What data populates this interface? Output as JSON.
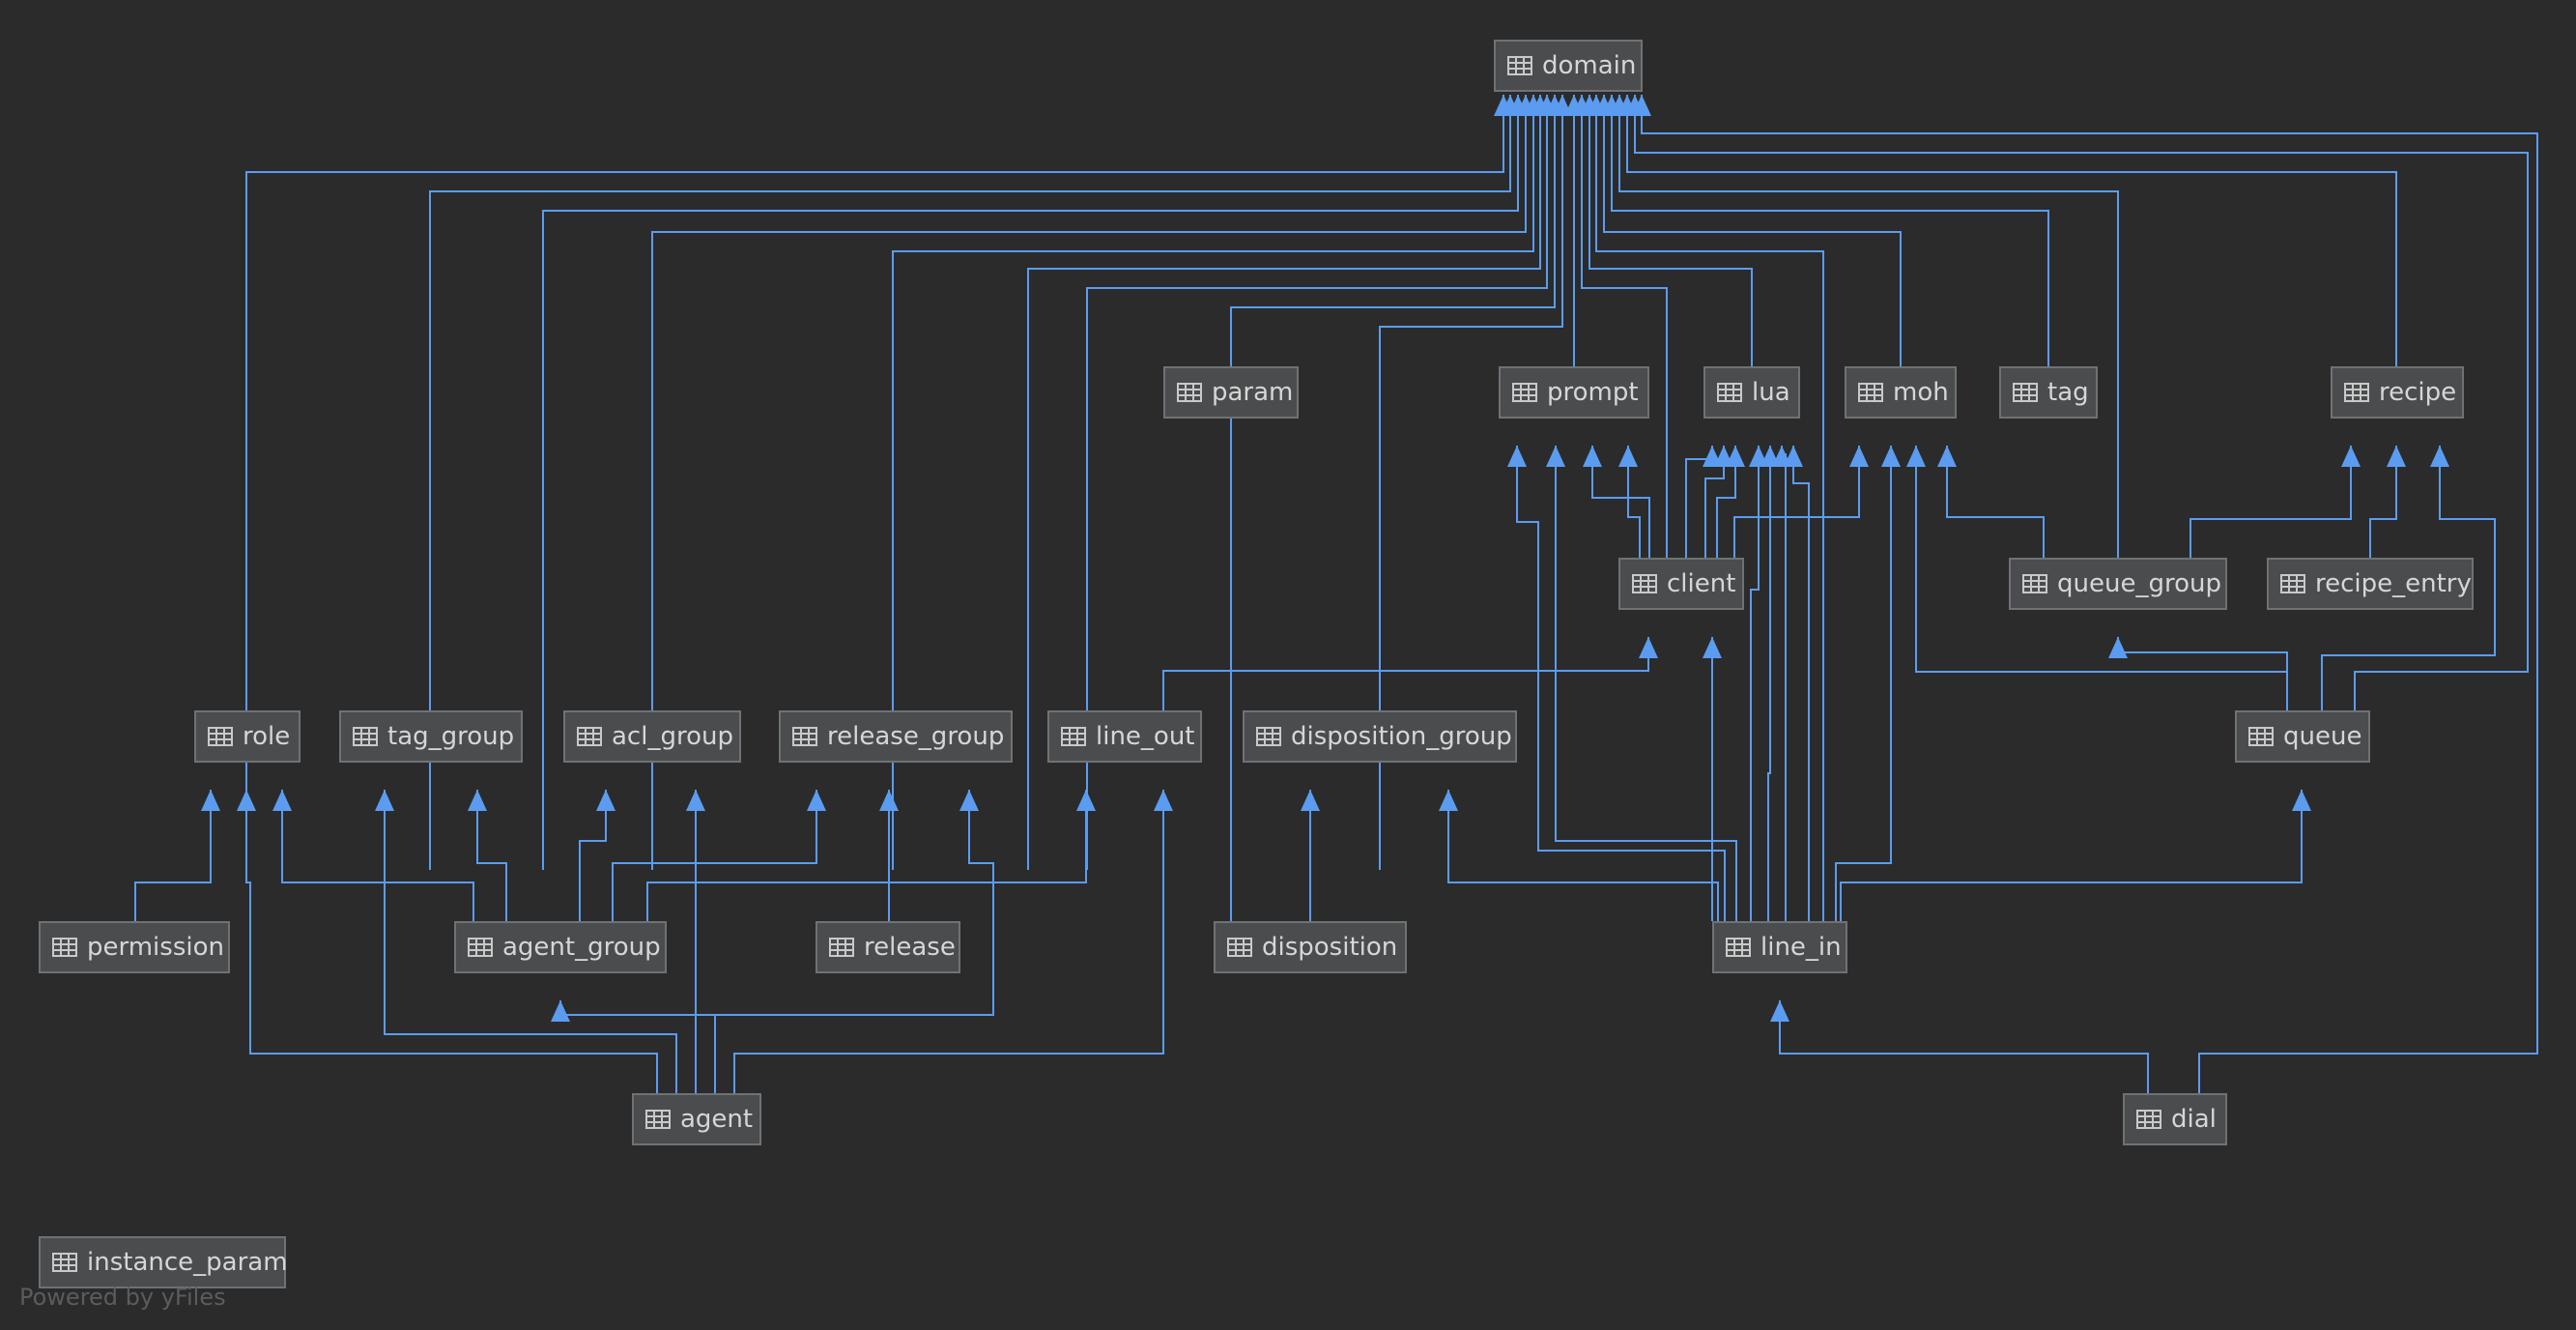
{
  "diagram": {
    "edge_color": "#5b9cf0",
    "node_icon": "table-icon",
    "tables": [
      {
        "id": "domain",
        "label": "domain"
      },
      {
        "id": "param",
        "label": "param"
      },
      {
        "id": "prompt",
        "label": "prompt"
      },
      {
        "id": "lua",
        "label": "lua"
      },
      {
        "id": "moh",
        "label": "moh"
      },
      {
        "id": "tag",
        "label": "tag"
      },
      {
        "id": "recipe",
        "label": "recipe"
      },
      {
        "id": "client",
        "label": "client"
      },
      {
        "id": "queue_group",
        "label": "queue_group"
      },
      {
        "id": "recipe_entry",
        "label": "recipe_entry"
      },
      {
        "id": "role",
        "label": "role"
      },
      {
        "id": "tag_group",
        "label": "tag_group"
      },
      {
        "id": "acl_group",
        "label": "acl_group"
      },
      {
        "id": "release_group",
        "label": "release_group"
      },
      {
        "id": "line_out",
        "label": "line_out"
      },
      {
        "id": "disposition_group",
        "label": "disposition_group"
      },
      {
        "id": "queue",
        "label": "queue"
      },
      {
        "id": "permission",
        "label": "permission"
      },
      {
        "id": "agent_group",
        "label": "agent_group"
      },
      {
        "id": "release",
        "label": "release"
      },
      {
        "id": "disposition",
        "label": "disposition"
      },
      {
        "id": "line_in",
        "label": "line_in"
      },
      {
        "id": "agent",
        "label": "agent"
      },
      {
        "id": "dial",
        "label": "dial"
      },
      {
        "id": "instance_param",
        "label": "instance_param"
      }
    ],
    "relations": [
      [
        "role",
        "domain"
      ],
      [
        "tag_group",
        "domain"
      ],
      [
        "agent_group",
        "domain"
      ],
      [
        "acl_group",
        "domain"
      ],
      [
        "release_group",
        "domain"
      ],
      [
        "agent",
        "domain"
      ],
      [
        "line_out",
        "domain"
      ],
      [
        "param",
        "domain"
      ],
      [
        "disposition_group",
        "domain"
      ],
      [
        "prompt",
        "domain"
      ],
      [
        "client",
        "domain"
      ],
      [
        "lua",
        "domain"
      ],
      [
        "line_in",
        "domain"
      ],
      [
        "moh",
        "domain"
      ],
      [
        "tag",
        "domain"
      ],
      [
        "queue_group",
        "domain"
      ],
      [
        "recipe",
        "domain"
      ],
      [
        "queue",
        "domain"
      ],
      [
        "dial",
        "domain"
      ],
      [
        "client",
        "prompt"
      ],
      [
        "line_in",
        "prompt"
      ],
      [
        "client",
        "lua"
      ],
      [
        "line_in",
        "lua"
      ],
      [
        "client",
        "moh"
      ],
      [
        "queue_group",
        "moh"
      ],
      [
        "queue",
        "moh"
      ],
      [
        "line_in",
        "moh"
      ],
      [
        "queue_group",
        "recipe"
      ],
      [
        "recipe_entry",
        "recipe"
      ],
      [
        "queue",
        "recipe"
      ],
      [
        "line_out",
        "client"
      ],
      [
        "line_in",
        "client"
      ],
      [
        "queue",
        "queue_group"
      ],
      [
        "permission",
        "role"
      ],
      [
        "agent",
        "role"
      ],
      [
        "agent_group",
        "role"
      ],
      [
        "agent",
        "tag_group"
      ],
      [
        "agent_group",
        "tag_group"
      ],
      [
        "agent_group",
        "acl_group"
      ],
      [
        "agent",
        "acl_group"
      ],
      [
        "agent_group",
        "release_group"
      ],
      [
        "release",
        "release_group"
      ],
      [
        "agent",
        "release_group"
      ],
      [
        "agent_group",
        "line_out"
      ],
      [
        "agent",
        "line_out"
      ],
      [
        "disposition",
        "disposition_group"
      ],
      [
        "line_in",
        "disposition_group"
      ],
      [
        "line_in",
        "queue"
      ],
      [
        "agent",
        "agent_group"
      ],
      [
        "dial",
        "line_in"
      ]
    ]
  },
  "footer": {
    "text": "Powered by yFiles"
  }
}
